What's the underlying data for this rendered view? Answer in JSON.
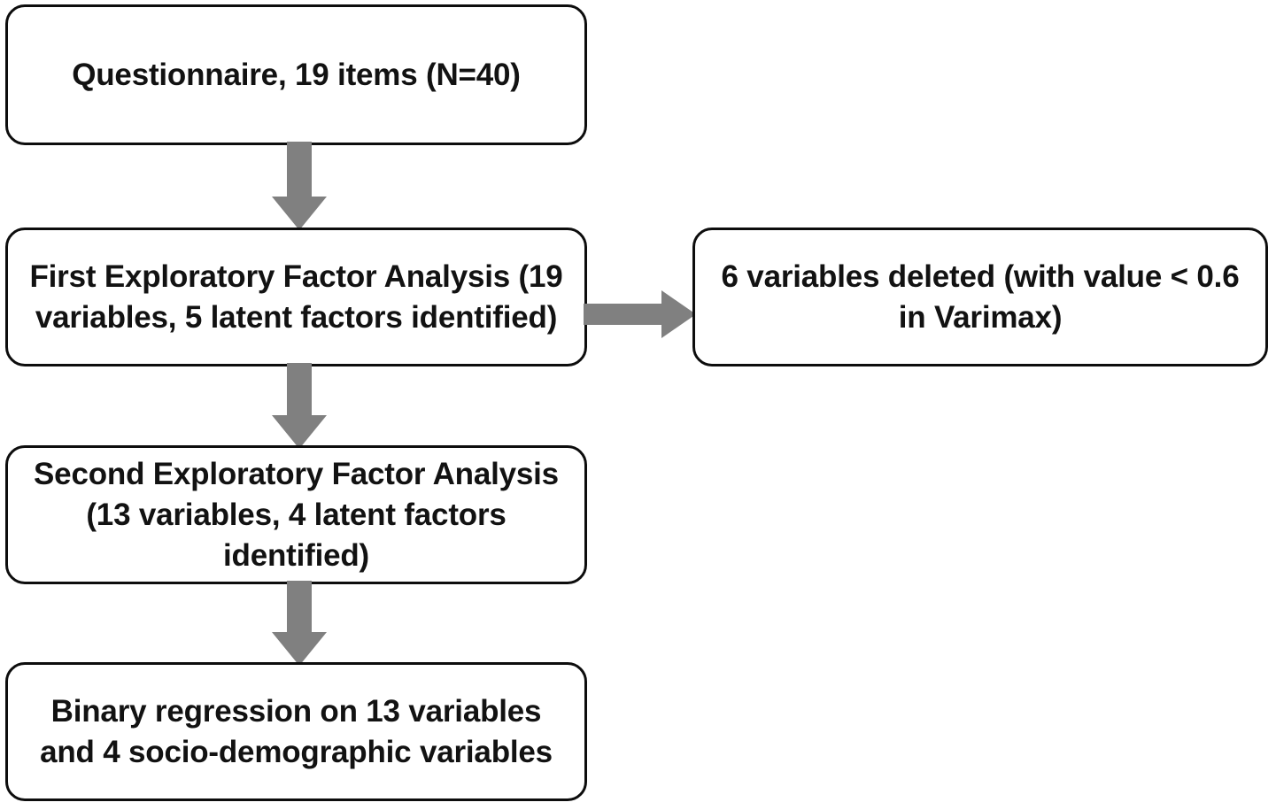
{
  "diagram": {
    "title": "Exploratory Factor Analysis workflow",
    "background_color": "#ffffff",
    "node_border_color": "#0d0d0d",
    "node_fill_color": "#ffffff",
    "arrow_color": "#808080",
    "text_color": "#121212"
  },
  "nodes": [
    {
      "id": "questionnaire",
      "label": "Questionnaire, 19 items (N=40)",
      "lines": [
        "Questionnaire, 19 items (N=40)"
      ]
    },
    {
      "id": "efa1",
      "label": "First Exploratory Factor Analysis (19\nvariables, 5 latent factors identified)",
      "lines": [
        "First Exploratory Factor Analysis (19",
        "variables, 5 latent factors identified)"
      ]
    },
    {
      "id": "deleted",
      "label": "6 variables deleted (with value < 0.6\nin Varimax)",
      "lines": [
        "6 variables deleted (with value < 0.6",
        "in Varimax)"
      ]
    },
    {
      "id": "efa2",
      "label": "Second Exploratory Factor Analysis\n(13 variables, 4 latent factors\nidentified)",
      "lines": [
        "Second Exploratory Factor Analysis",
        "(13 variables, 4 latent factors",
        "identified)"
      ]
    },
    {
      "id": "regression",
      "label": "Binary regression on 13 variables\nand 4 socio-demographic variables",
      "lines": [
        "Binary regression on 13 variables",
        "and 4 socio-demographic variables"
      ]
    }
  ],
  "arrows": [
    {
      "id": "q-to-efa1",
      "from": "questionnaire",
      "to": "efa1",
      "direction": "down"
    },
    {
      "id": "efa1-to-deleted",
      "from": "efa1",
      "to": "deleted",
      "direction": "right"
    },
    {
      "id": "efa1-to-efa2",
      "from": "efa1",
      "to": "efa2",
      "direction": "down"
    },
    {
      "id": "efa2-to-reg",
      "from": "efa2",
      "to": "regression",
      "direction": "down"
    }
  ]
}
